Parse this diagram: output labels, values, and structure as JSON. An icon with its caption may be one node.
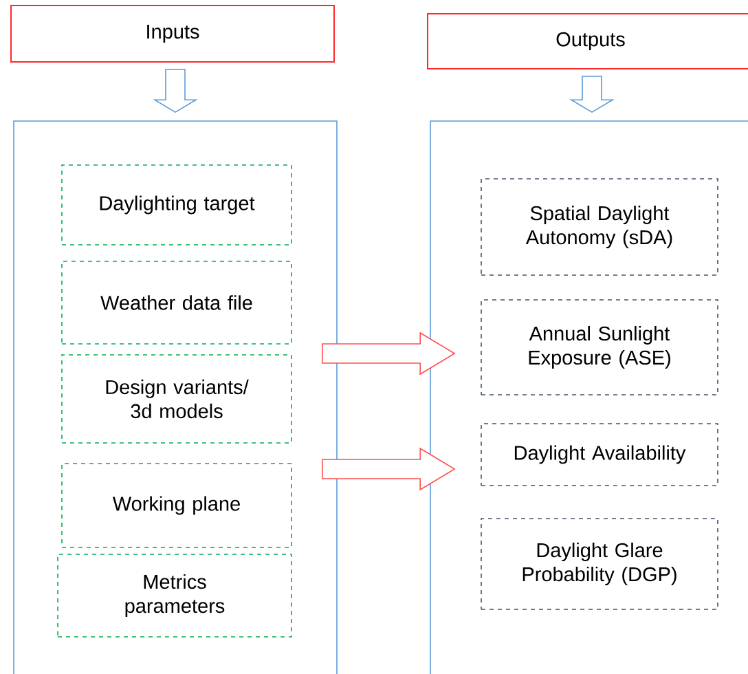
{
  "diagram": {
    "nodes": [
      {
        "text": [
          "Inputs"
        ]
      },
      {
        "text": [
          "Outputs"
        ]
      },
      {
        "text": [],
        "shape": "box"
      },
      {
        "text": [
          "Daylighting target"
        ],
        "in": 2
      },
      {
        "text": [
          "Weather data file"
        ],
        "in": 2
      },
      {
        "text": [
          "Design variants/ 3d models"
        ],
        "in": 2
      },
      {
        "text": [
          "Working plane"
        ],
        "in": 2
      },
      {
        "text": [
          "Metrics parameters"
        ],
        "in": 2
      },
      {
        "text": [],
        "shape": "box"
      },
      {
        "text": [
          "Spatial Daylight Autonomy (sDA)"
        ],
        "in": 8
      },
      {
        "text": [
          "Annual Sunlight Exposure (ASE)"
        ],
        "in": 8
      },
      {
        "text": [
          "Daylight Availability"
        ],
        "in": 8
      },
      {
        "text": [
          "Daylight Glare Probability (DGP)"
        ],
        "in": 8
      }
    ],
    "edges": [
      {
        "from": 0,
        "to": 2,
        "arrow": "to"
      },
      {
        "from": 1,
        "to": 8,
        "arrow": "to"
      },
      {
        "from": 2,
        "to": 8,
        "arrow": "to",
        "color": "#ff5050"
      },
      {
        "from": 2,
        "to": 8,
        "arrow": "to",
        "color": "#ff5050"
      }
    ]
  }
}
